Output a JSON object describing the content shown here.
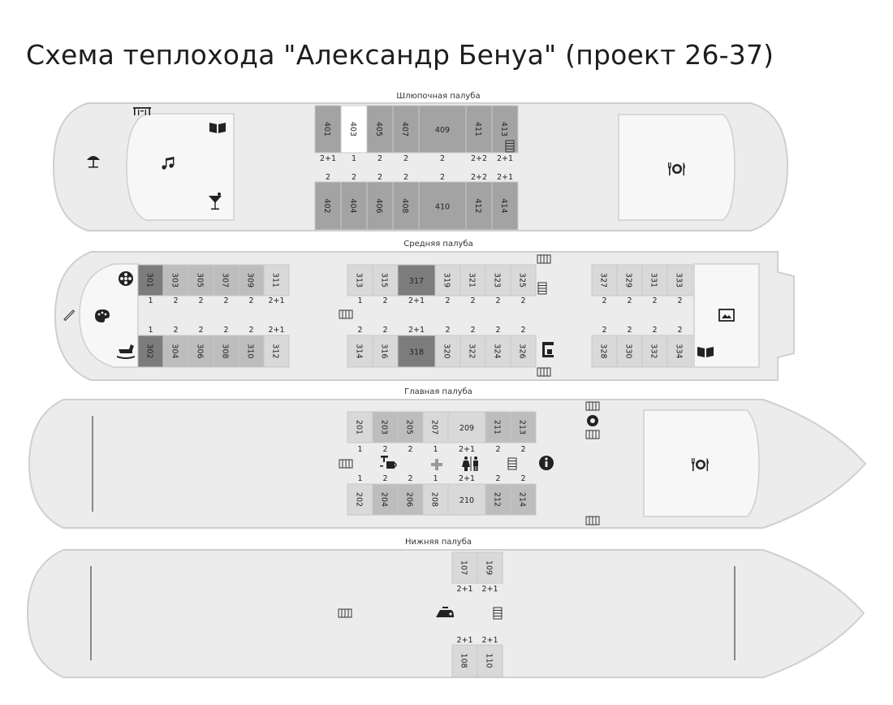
{
  "title": "Схема теплохода \"Александр Бенуа\" (проект 26-37)",
  "colors": {
    "hull_fill": "#ececec",
    "hull_stroke": "#cfcfcf",
    "cabin_light": "#d9d9d9",
    "cabin_mid": "#bdbdbd",
    "cabin_dark": "#a3a3a3",
    "cabin_darkest": "#7c7c7c",
    "cabin_white": "#ffffff"
  },
  "decks": [
    {
      "id": "boat",
      "name": "Шлюпочная палуба",
      "top_cabins": [
        {
          "number": "401",
          "shade": "dark",
          "rotate": true,
          "top_capacity": "2+1"
        },
        {
          "number": "403",
          "shade": "white",
          "rotate": true,
          "top_capacity": "1"
        },
        {
          "number": "405",
          "shade": "dark",
          "rotate": true,
          "top_capacity": "2"
        },
        {
          "number": "407",
          "shade": "dark",
          "rotate": true,
          "top_capacity": "2"
        },
        {
          "number": "409",
          "shade": "dark",
          "rotate": false,
          "top_capacity": "2"
        },
        {
          "number": "411",
          "shade": "dark",
          "rotate": true,
          "top_capacity": "2+2"
        },
        {
          "number": "413",
          "shade": "dark",
          "rotate": true,
          "top_capacity": "2+1"
        }
      ],
      "bottom_cabins": [
        {
          "number": "402",
          "shade": "dark",
          "rotate": true,
          "capacity": "2"
        },
        {
          "number": "404",
          "shade": "dark",
          "rotate": true,
          "capacity": "2"
        },
        {
          "number": "406",
          "shade": "dark",
          "rotate": true,
          "capacity": "2"
        },
        {
          "number": "408",
          "shade": "dark",
          "rotate": true,
          "capacity": "2"
        },
        {
          "number": "410",
          "shade": "dark",
          "rotate": false,
          "capacity": "2"
        },
        {
          "number": "412",
          "shade": "dark",
          "rotate": true,
          "capacity": "2+2"
        },
        {
          "number": "414",
          "shade": "dark",
          "rotate": true,
          "capacity": "2+1"
        }
      ],
      "icons": [
        "sun-umbrella-icon",
        "music-icon",
        "cocktail-icon",
        "library-icon",
        "sun-deck-furniture-icon",
        "restaurant-icon",
        "stairs-icon"
      ]
    },
    {
      "id": "middle",
      "name": "Средняя палуба",
      "fore_top": [
        {
          "number": "301",
          "shade": "darkest",
          "top_capacity": "1"
        },
        {
          "number": "303",
          "shade": "mid",
          "top_capacity": "2"
        },
        {
          "number": "305",
          "shade": "mid",
          "top_capacity": "2"
        },
        {
          "number": "307",
          "shade": "mid",
          "top_capacity": "2"
        },
        {
          "number": "309",
          "shade": "mid",
          "top_capacity": "2"
        },
        {
          "number": "311",
          "shade": "light",
          "top_capacity": "2+1"
        }
      ],
      "fore_bottom": [
        {
          "number": "302",
          "shade": "darkest",
          "capacity": "1"
        },
        {
          "number": "304",
          "shade": "mid",
          "capacity": "2"
        },
        {
          "number": "306",
          "shade": "mid",
          "capacity": "2"
        },
        {
          "number": "308",
          "shade": "mid",
          "capacity": "2"
        },
        {
          "number": "310",
          "shade": "mid",
          "capacity": "2"
        },
        {
          "number": "312",
          "shade": "light",
          "capacity": "2+1"
        }
      ],
      "mid_top": [
        {
          "number": "313",
          "shade": "light",
          "top_capacity": "1"
        },
        {
          "number": "315",
          "shade": "light",
          "top_capacity": "2"
        },
        {
          "number": "317",
          "shade": "darkest",
          "top_capacity": "2+1"
        },
        {
          "number": "319",
          "shade": "light",
          "top_capacity": "2"
        },
        {
          "number": "321",
          "shade": "light",
          "top_capacity": "2"
        },
        {
          "number": "323",
          "shade": "light",
          "top_capacity": "2"
        },
        {
          "number": "325",
          "shade": "light",
          "top_capacity": "2"
        }
      ],
      "mid_bottom": [
        {
          "number": "314",
          "shade": "light",
          "capacity": "2"
        },
        {
          "number": "316",
          "shade": "light",
          "capacity": "2"
        },
        {
          "number": "318",
          "shade": "darkest",
          "capacity": "2+1"
        },
        {
          "number": "320",
          "shade": "light",
          "capacity": "2"
        },
        {
          "number": "322",
          "shade": "light",
          "capacity": "2"
        },
        {
          "number": "324",
          "shade": "light",
          "capacity": "2"
        },
        {
          "number": "326",
          "shade": "light",
          "capacity": "2"
        }
      ],
      "aft_top": [
        {
          "number": "327",
          "shade": "light",
          "top_capacity": "2"
        },
        {
          "number": "329",
          "shade": "light",
          "top_capacity": "2"
        },
        {
          "number": "331",
          "shade": "light",
          "top_capacity": "2"
        },
        {
          "number": "333",
          "shade": "light",
          "top_capacity": "2"
        }
      ],
      "aft_bottom": [
        {
          "number": "328",
          "shade": "light",
          "capacity": "2"
        },
        {
          "number": "330",
          "shade": "light",
          "capacity": "2"
        },
        {
          "number": "332",
          "shade": "light",
          "capacity": "2"
        },
        {
          "number": "334",
          "shade": "light",
          "capacity": "2"
        }
      ],
      "icons": [
        "film-icon",
        "palette-icon",
        "rocking-horse-icon",
        "pencil-icon",
        "coffee-machine-icon",
        "gallery-icon",
        "library-icon",
        "stairs-icon"
      ]
    },
    {
      "id": "main",
      "name": "Главная палуба",
      "top_cabins": [
        {
          "number": "201",
          "shade": "light",
          "top_capacity": "1"
        },
        {
          "number": "203",
          "shade": "mid",
          "top_capacity": "2"
        },
        {
          "number": "205",
          "shade": "mid",
          "top_capacity": "2"
        },
        {
          "number": "207",
          "shade": "light",
          "top_capacity": "1"
        },
        {
          "number": "209",
          "shade": "light",
          "top_capacity": "2+1"
        },
        {
          "number": "211",
          "shade": "mid",
          "top_capacity": "2"
        },
        {
          "number": "213",
          "shade": "mid",
          "top_capacity": "2"
        }
      ],
      "bottom_cabins": [
        {
          "number": "202",
          "shade": "light",
          "capacity": "1"
        },
        {
          "number": "204",
          "shade": "mid",
          "capacity": "2"
        },
        {
          "number": "206",
          "shade": "mid",
          "capacity": "2"
        },
        {
          "number": "208",
          "shade": "light",
          "capacity": "1"
        },
        {
          "number": "210",
          "shade": "light",
          "capacity": "2+1"
        },
        {
          "number": "212",
          "shade": "mid",
          "capacity": "2"
        },
        {
          "number": "214",
          "shade": "mid",
          "capacity": "2"
        }
      ],
      "icons": [
        "bar-icon",
        "medical-cross-icon",
        "toilet-icon",
        "info-icon",
        "lifebuoy-icon",
        "restaurant-icon",
        "stairs-icon"
      ]
    },
    {
      "id": "lower",
      "name": "Нижняя палуба",
      "top_cabins": [
        {
          "number": "107",
          "shade": "light",
          "top_capacity": "2+1"
        },
        {
          "number": "109",
          "shade": "light",
          "top_capacity": "2+1"
        }
      ],
      "bottom_cabins": [
        {
          "number": "108",
          "shade": "light",
          "capacity": "2+1"
        },
        {
          "number": "110",
          "shade": "light",
          "capacity": "2+1"
        }
      ],
      "icons": [
        "iron-icon",
        "stairs-icon"
      ]
    }
  ]
}
